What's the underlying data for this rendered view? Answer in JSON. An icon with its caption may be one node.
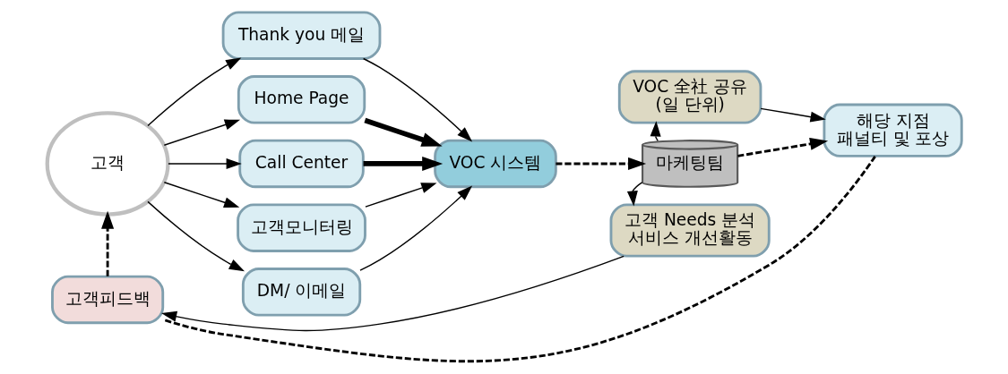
{
  "diagram": {
    "nodes": [
      {
        "text": [
          "고객"
        ]
      },
      {
        "text": [
          "Thank you 메일"
        ]
      },
      {
        "text": [
          "Home Page"
        ]
      },
      {
        "text": [
          "Call Center"
        ]
      },
      {
        "text": [
          "고객모니터링"
        ]
      },
      {
        "text": [
          "DM/ 이메일"
        ]
      },
      {
        "text": [
          "VOC 시스템"
        ]
      },
      {
        "text": [
          "마케팅팀"
        ]
      },
      {
        "text": [
          "VOC 全社 공유 (일 단위)"
        ]
      },
      {
        "text": [
          "고객 Needs 분석 서비스 개선활동"
        ]
      },
      {
        "text": [
          "해당 지점 패널티 및 포상"
        ]
      },
      {
        "text": [
          "고객피드백"
        ]
      }
    ],
    "edges": [
      {
        "from": 0,
        "to": 1,
        "arrow": "to"
      },
      {
        "from": 0,
        "to": 2,
        "arrow": "to"
      },
      {
        "from": 0,
        "to": 3,
        "arrow": "to"
      },
      {
        "from": 0,
        "to": 4,
        "arrow": "to"
      },
      {
        "from": 0,
        "to": 5,
        "arrow": "to"
      },
      {
        "from": 1,
        "to": 6,
        "arrow": "to"
      },
      {
        "from": 2,
        "to": 6,
        "arrow": "to",
        "style": "thick"
      },
      {
        "from": 3,
        "to": 6,
        "arrow": "to",
        "style": "thick"
      },
      {
        "from": 4,
        "to": 6,
        "arrow": "to"
      },
      {
        "from": 5,
        "to": 6,
        "arrow": "to"
      },
      {
        "from": 6,
        "to": 7,
        "arrow": "to",
        "style": "dashed"
      },
      {
        "from": 7,
        "to": 8,
        "arrow": "to"
      },
      {
        "from": 7,
        "to": 9,
        "arrow": "to"
      },
      {
        "from": 7,
        "to": 10,
        "arrow": "to",
        "style": "dashed"
      },
      {
        "from": 8,
        "to": 10,
        "arrow": "to"
      },
      {
        "from": 10,
        "to": 11,
        "arrow": "none",
        "style": "dashed"
      },
      {
        "from": 9,
        "to": 11,
        "arrow": "to"
      },
      {
        "from": 11,
        "to": 0,
        "arrow": "to",
        "style": "dashed"
      }
    ]
  }
}
